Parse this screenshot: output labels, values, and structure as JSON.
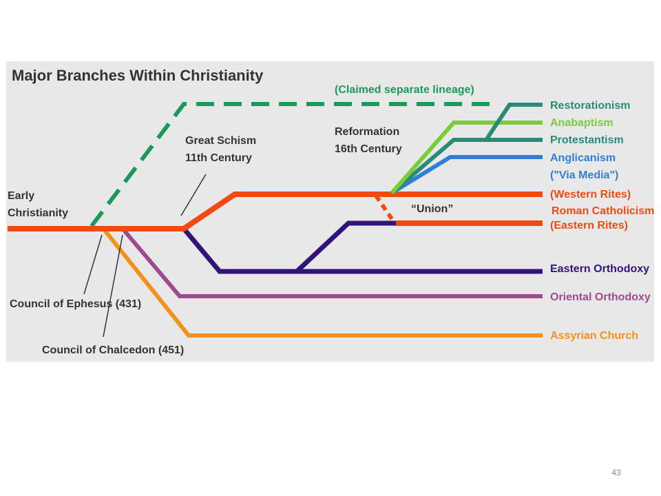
{
  "slide": {
    "title": "Major Branches Within Christianity",
    "page_number": "43"
  },
  "colors": {
    "panel_bg": "#e8e8e8",
    "early_western": "#f04a12",
    "separate_lineage": "#1a9a5a",
    "restorationism": "#2a8a78",
    "anabaptism": "#7ccc3a",
    "protestantism": "#2a8a78",
    "anglicanism": "#2f7fd8",
    "eastern_orthodoxy": "#33127a",
    "oriental_orthodoxy": "#a04a8e",
    "assyrian": "#f4901e",
    "label_dark": "#333333"
  },
  "annotations": {
    "early": "Early",
    "christianity": "Christianity",
    "claimed_lineage": "(Claimed separate lineage)",
    "great_schism": "Great Schism",
    "eleventh_century": "11th Century",
    "reformation": "Reformation",
    "sixteenth_century": "16th Century",
    "union": "“Union”",
    "council_ephesus": "Council of Ephesus (431)",
    "council_chalcedon": "Council of Chalcedon (451)"
  },
  "branches": {
    "restorationism": "Restorationism",
    "anabaptism": "Anabaptism",
    "protestantism": "Protestantism",
    "anglicanism": "Anglicanism",
    "via_media": "(\"Via Media\")",
    "western_rites": "(Western Rites)",
    "roman_catholicism": "Roman Catholicism",
    "eastern_rites": "(Eastern Rites)",
    "eastern_orthodoxy": "Eastern Orthodoxy",
    "oriental_orthodoxy": "Oriental Orthodoxy",
    "assyrian_church": "Assyrian Church"
  }
}
